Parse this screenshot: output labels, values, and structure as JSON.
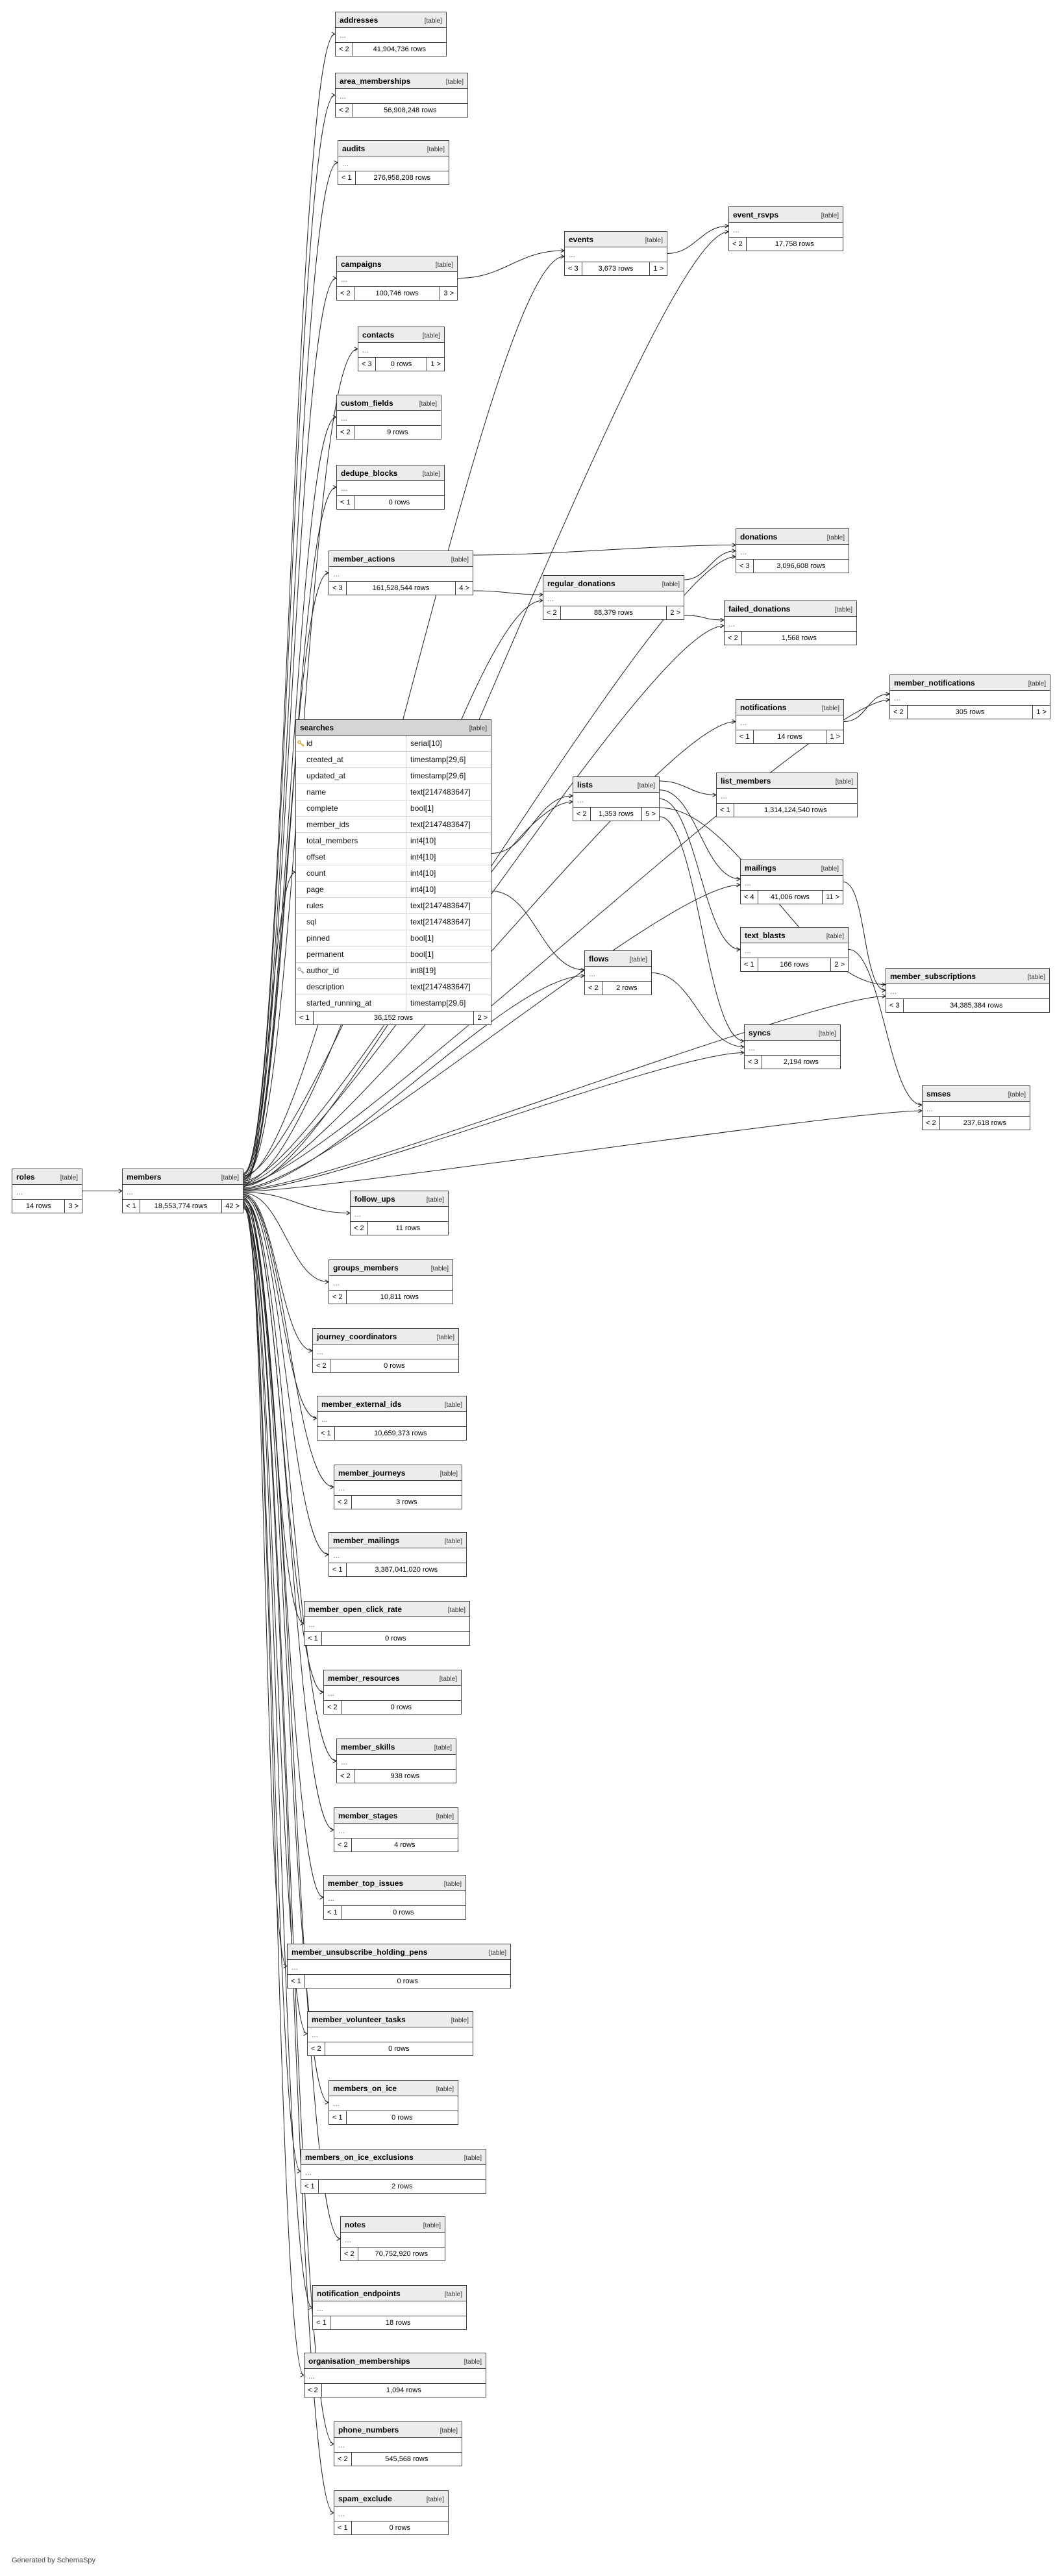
{
  "diagram": {
    "generator_note": "Generated by SchemaSpy",
    "table_tag": "[table]",
    "ellipsis": "...",
    "colors": {
      "node_border": "#3f3f3f",
      "header_bg": "#ececec",
      "expanded_header_bg": "#d4d4d4",
      "edge": "#1f1f1f",
      "primary_key_icon": "#c49b02",
      "foreign_key_icon": "#979797"
    }
  },
  "tables": [
    {
      "name": "addresses",
      "fk_left": "< 2",
      "rows": "41,904,736 rows",
      "fk_right": ""
    },
    {
      "name": "area_memberships",
      "fk_left": "< 2",
      "rows": "56,908,248 rows",
      "fk_right": ""
    },
    {
      "name": "audits",
      "fk_left": "< 1",
      "rows": "276,958,208 rows",
      "fk_right": ""
    },
    {
      "name": "event_rsvps",
      "fk_left": "< 2",
      "rows": "17,758 rows",
      "fk_right": ""
    },
    {
      "name": "events",
      "fk_left": "< 3",
      "rows": "3,673 rows",
      "fk_right": "1 >"
    },
    {
      "name": "campaigns",
      "fk_left": "< 2",
      "rows": "100,746 rows",
      "fk_right": "3 >"
    },
    {
      "name": "contacts",
      "fk_left": "< 3",
      "rows": "0 rows",
      "fk_right": "1 >"
    },
    {
      "name": "custom_fields",
      "fk_left": "< 2",
      "rows": "9 rows",
      "fk_right": ""
    },
    {
      "name": "dedupe_blocks",
      "fk_left": "< 1",
      "rows": "0 rows",
      "fk_right": ""
    },
    {
      "name": "member_actions",
      "fk_left": "< 3",
      "rows": "161,528,544 rows",
      "fk_right": "4 >"
    },
    {
      "name": "donations",
      "fk_left": "< 3",
      "rows": "3,096,608 rows",
      "fk_right": ""
    },
    {
      "name": "regular_donations",
      "fk_left": "< 2",
      "rows": "88,379 rows",
      "fk_right": "2 >"
    },
    {
      "name": "failed_donations",
      "fk_left": "< 2",
      "rows": "1,568 rows",
      "fk_right": ""
    },
    {
      "name": "member_notifications",
      "fk_left": "< 2",
      "rows": "305 rows",
      "fk_right": "1 >"
    },
    {
      "name": "notifications",
      "fk_left": "< 1",
      "rows": "14 rows",
      "fk_right": "1 >"
    },
    {
      "name": "searches",
      "fk_left": "< 1",
      "rows": "36,152 rows",
      "fk_right": "2 >",
      "columns": [
        {
          "name": "id",
          "type": "serial[10]",
          "icon": "primary-key"
        },
        {
          "name": "created_at",
          "type": "timestamp[29,6]"
        },
        {
          "name": "updated_at",
          "type": "timestamp[29,6]"
        },
        {
          "name": "name",
          "type": "text[2147483647]"
        },
        {
          "name": "complete",
          "type": "bool[1]"
        },
        {
          "name": "member_ids",
          "type": "text[2147483647]"
        },
        {
          "name": "total_members",
          "type": "int4[10]"
        },
        {
          "name": "offset",
          "type": "int4[10]"
        },
        {
          "name": "count",
          "type": "int4[10]"
        },
        {
          "name": "page",
          "type": "int4[10]"
        },
        {
          "name": "rules",
          "type": "text[2147483647]"
        },
        {
          "name": "sql",
          "type": "text[2147483647]"
        },
        {
          "name": "pinned",
          "type": "bool[1]"
        },
        {
          "name": "permanent",
          "type": "bool[1]"
        },
        {
          "name": "author_id",
          "type": "int8[19]",
          "icon": "foreign-key"
        },
        {
          "name": "description",
          "type": "text[2147483647]"
        },
        {
          "name": "started_running_at",
          "type": "timestamp[29,6]"
        }
      ]
    },
    {
      "name": "lists",
      "fk_left": "< 2",
      "rows": "1,353 rows",
      "fk_right": "5 >"
    },
    {
      "name": "list_members",
      "fk_left": "< 1",
      "rows": "1,314,124,540 rows",
      "fk_right": ""
    },
    {
      "name": "mailings",
      "fk_left": "< 4",
      "rows": "41,006 rows",
      "fk_right": "11 >"
    },
    {
      "name": "text_blasts",
      "fk_left": "< 1",
      "rows": "166 rows",
      "fk_right": "2 >"
    },
    {
      "name": "member_subscriptions",
      "fk_left": "< 3",
      "rows": "34,385,384 rows",
      "fk_right": ""
    },
    {
      "name": "flows",
      "fk_left": "< 2",
      "rows": "2 rows",
      "fk_right": ""
    },
    {
      "name": "syncs",
      "fk_left": "< 3",
      "rows": "2,194 rows",
      "fk_right": ""
    },
    {
      "name": "smses",
      "fk_left": "< 2",
      "rows": "237,618 rows",
      "fk_right": ""
    },
    {
      "name": "roles",
      "fk_left": "",
      "rows": "14 rows",
      "fk_right": "3 >"
    },
    {
      "name": "members",
      "fk_left": "< 1",
      "rows": "18,553,774 rows",
      "fk_right": "42 >"
    },
    {
      "name": "follow_ups",
      "fk_left": "< 2",
      "rows": "11 rows",
      "fk_right": ""
    },
    {
      "name": "groups_members",
      "fk_left": "< 2",
      "rows": "10,811 rows",
      "fk_right": ""
    },
    {
      "name": "journey_coordinators",
      "fk_left": "< 2",
      "rows": "0 rows",
      "fk_right": ""
    },
    {
      "name": "member_external_ids",
      "fk_left": "< 1",
      "rows": "10,659,373 rows",
      "fk_right": ""
    },
    {
      "name": "member_journeys",
      "fk_left": "< 2",
      "rows": "3 rows",
      "fk_right": ""
    },
    {
      "name": "member_mailings",
      "fk_left": "< 1",
      "rows": "3,387,041,020 rows",
      "fk_right": ""
    },
    {
      "name": "member_open_click_rate",
      "fk_left": "< 1",
      "rows": "0 rows",
      "fk_right": ""
    },
    {
      "name": "member_resources",
      "fk_left": "< 2",
      "rows": "0 rows",
      "fk_right": ""
    },
    {
      "name": "member_skills",
      "fk_left": "< 2",
      "rows": "938 rows",
      "fk_right": ""
    },
    {
      "name": "member_stages",
      "fk_left": "< 2",
      "rows": "4 rows",
      "fk_right": ""
    },
    {
      "name": "member_top_issues",
      "fk_left": "< 1",
      "rows": "0 rows",
      "fk_right": ""
    },
    {
      "name": "member_unsubscribe_holding_pens",
      "fk_left": "< 1",
      "rows": "0 rows",
      "fk_right": ""
    },
    {
      "name": "member_volunteer_tasks",
      "fk_left": "< 2",
      "rows": "0 rows",
      "fk_right": ""
    },
    {
      "name": "members_on_ice",
      "fk_left": "< 1",
      "rows": "0 rows",
      "fk_right": ""
    },
    {
      "name": "members_on_ice_exclusions",
      "fk_left": "< 1",
      "rows": "2 rows",
      "fk_right": ""
    },
    {
      "name": "notes",
      "fk_left": "< 2",
      "rows": "70,752,920 rows",
      "fk_right": ""
    },
    {
      "name": "notification_endpoints",
      "fk_left": "< 1",
      "rows": "18 rows",
      "fk_right": ""
    },
    {
      "name": "organisation_memberships",
      "fk_left": "< 2",
      "rows": "1,094 rows",
      "fk_right": ""
    },
    {
      "name": "phone_numbers",
      "fk_left": "< 2",
      "rows": "545,568 rows",
      "fk_right": ""
    },
    {
      "name": "spam_exclude",
      "fk_left": "< 1",
      "rows": "0 rows",
      "fk_right": ""
    }
  ],
  "relationships": [
    [
      "roles",
      "members"
    ],
    [
      "members",
      "addresses"
    ],
    [
      "members",
      "area_memberships"
    ],
    [
      "members",
      "audits"
    ],
    [
      "members",
      "campaigns"
    ],
    [
      "members",
      "contacts"
    ],
    [
      "members",
      "custom_fields"
    ],
    [
      "members",
      "dedupe_blocks"
    ],
    [
      "members",
      "member_actions"
    ],
    [
      "members",
      "events"
    ],
    [
      "members",
      "event_rsvps"
    ],
    [
      "members",
      "donations"
    ],
    [
      "members",
      "regular_donations"
    ],
    [
      "members",
      "failed_donations"
    ],
    [
      "members",
      "notifications"
    ],
    [
      "members",
      "member_notifications"
    ],
    [
      "members",
      "searches"
    ],
    [
      "members",
      "lists"
    ],
    [
      "members",
      "mailings"
    ],
    [
      "members",
      "member_subscriptions"
    ],
    [
      "members",
      "flows"
    ],
    [
      "members",
      "syncs"
    ],
    [
      "members",
      "smses"
    ],
    [
      "members",
      "follow_ups"
    ],
    [
      "members",
      "groups_members"
    ],
    [
      "members",
      "journey_coordinators"
    ],
    [
      "members",
      "member_external_ids"
    ],
    [
      "members",
      "member_journeys"
    ],
    [
      "members",
      "member_mailings"
    ],
    [
      "members",
      "member_open_click_rate"
    ],
    [
      "members",
      "member_resources"
    ],
    [
      "members",
      "member_skills"
    ],
    [
      "members",
      "member_stages"
    ],
    [
      "members",
      "member_top_issues"
    ],
    [
      "members",
      "member_unsubscribe_holding_pens"
    ],
    [
      "members",
      "member_volunteer_tasks"
    ],
    [
      "members",
      "members_on_ice"
    ],
    [
      "members",
      "members_on_ice_exclusions"
    ],
    [
      "members",
      "notes"
    ],
    [
      "members",
      "notification_endpoints"
    ],
    [
      "members",
      "organisation_memberships"
    ],
    [
      "members",
      "phone_numbers"
    ],
    [
      "members",
      "spam_exclude"
    ],
    [
      "campaigns",
      "events"
    ],
    [
      "events",
      "event_rsvps"
    ],
    [
      "member_actions",
      "regular_donations"
    ],
    [
      "member_actions",
      "donations"
    ],
    [
      "regular_donations",
      "donations"
    ],
    [
      "regular_donations",
      "failed_donations"
    ],
    [
      "notifications",
      "member_notifications"
    ],
    [
      "searches",
      "lists"
    ],
    [
      "searches",
      "flows"
    ],
    [
      "lists",
      "list_members"
    ],
    [
      "lists",
      "mailings"
    ],
    [
      "lists",
      "text_blasts"
    ],
    [
      "lists",
      "syncs"
    ],
    [
      "lists",
      "member_subscriptions"
    ],
    [
      "mailings",
      "member_subscriptions"
    ],
    [
      "text_blasts",
      "smses"
    ],
    [
      "flows",
      "syncs"
    ]
  ]
}
